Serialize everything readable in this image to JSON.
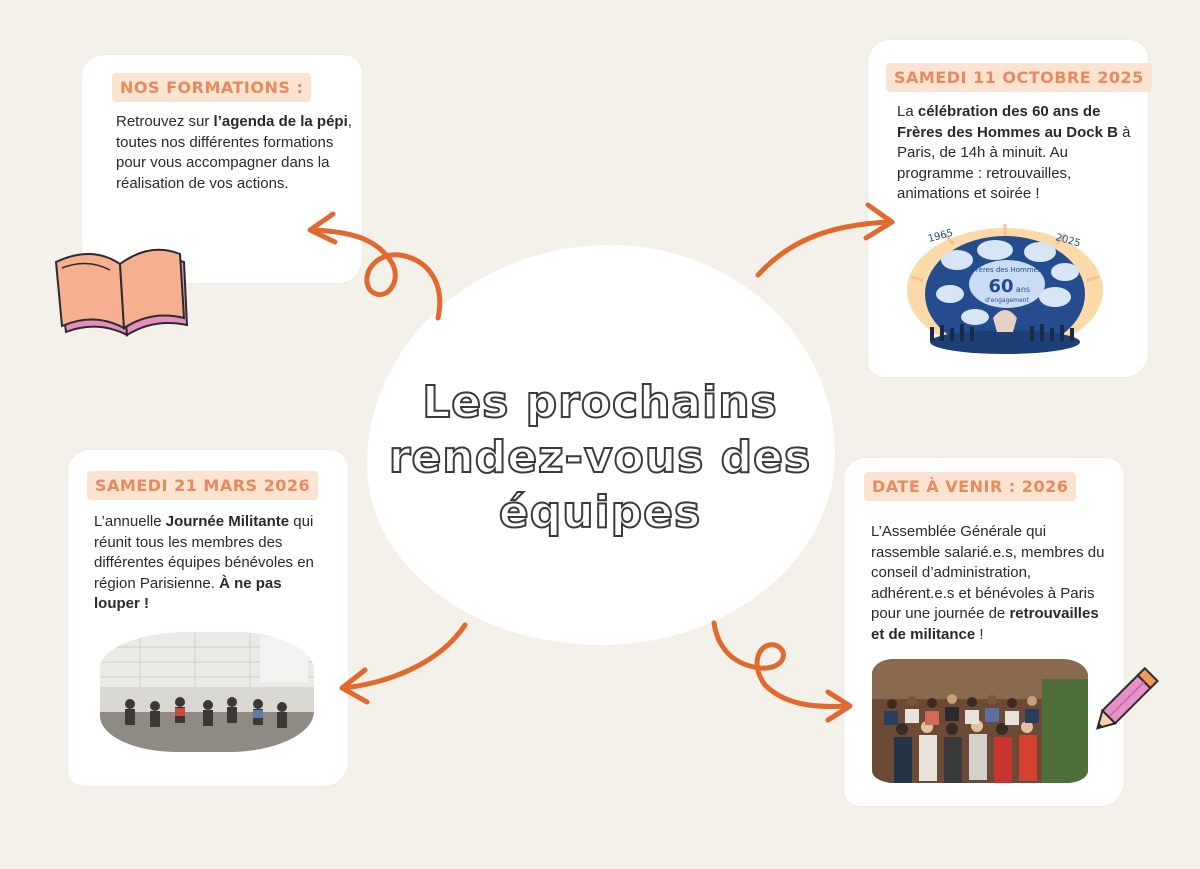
{
  "title": {
    "line1": "Les prochains",
    "line2": "rendez-vous des",
    "line3": "équipes"
  },
  "cards": {
    "formations": {
      "tag": "NOS FORMATIONS :",
      "t1": "Retrouvez sur ",
      "b1": "l’agenda de la pépi",
      "t2": ", toutes nos différentes formations pour vous accompagner dans la réalisation de vos actions."
    },
    "octobre": {
      "tag": "SAMEDI 11 OCTOBRE 2025",
      "t1": "La ",
      "b1": "célébration des 60 ans de Frères des Hommes au Dock B",
      "t2": " à Paris, de 14h à minuit. Au programme : retrouvailles, animations et soirée !",
      "badge_years_left": "1965",
      "badge_years_right": "2025",
      "badge_org": "Frères des Hommes",
      "badge_60": "60",
      "badge_ans": "ans",
      "badge_engagement": "d'engagement"
    },
    "mars": {
      "tag": "SAMEDI 21 MARS 2026",
      "t1": "L’annuelle ",
      "b1": "Journée Militante",
      "t2": " qui réunit tous les membres des différentes équipes bénévoles en région Parisienne. ",
      "b2": "À ne pas louper !"
    },
    "venir": {
      "tag": "DATE À VENIR : 2026",
      "t1": "L’Assemblée Générale qui rassemble salarié.e.s, membres du conseil d’administration, adhérent.e.s et bénévoles à Paris pour une journée de ",
      "b1": "retrouvailles et de militance",
      "t2": " !"
    }
  },
  "colors": {
    "background": "#f4f1ea",
    "tag_bg": "#fbe3d2",
    "tag_text": "#e48b5f",
    "arrow": "#e2692e",
    "book": "#f7b08f",
    "pencil": "#e890c8"
  },
  "icons": [
    "open-book-icon",
    "pencil-icon"
  ]
}
